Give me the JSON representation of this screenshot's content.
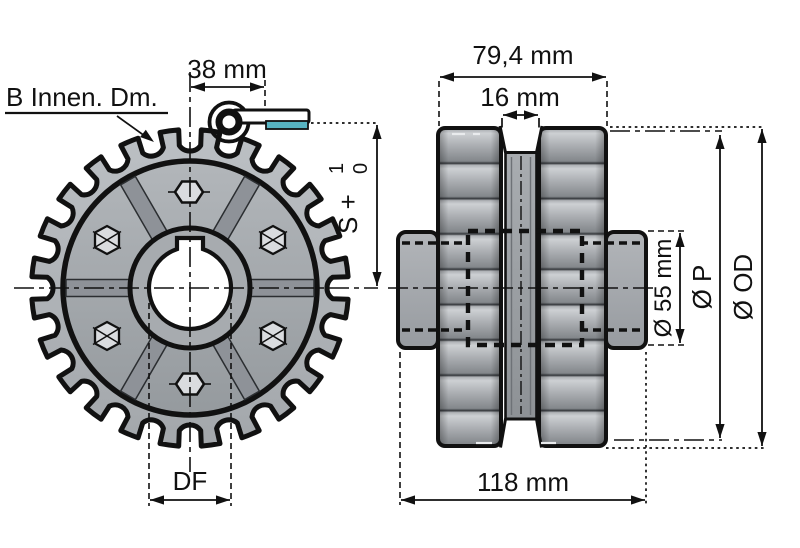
{
  "drawing": {
    "front_view": {
      "callout_inner_diameter": "B Innen. Dm.",
      "dim_link_offset": "38 mm",
      "dim_tooth_gap": "DF",
      "tolerance": {
        "base": "S +",
        "upper": "1",
        "lower": "0"
      }
    },
    "side_view": {
      "dim_tooth_width": "79,4 mm",
      "dim_groove_width": "16 mm",
      "dim_hub_length": "118 mm",
      "dim_hub_diameter": "Ø 55 mm",
      "dim_pitch_diameter": "Ø P",
      "dim_outer_diameter": "Ø OD"
    },
    "colors": {
      "chain_accent": "#57b4c2",
      "body_light": "#b6b9bd",
      "body_dark": "#969a9e",
      "line": "#111111",
      "background": "#ffffff"
    }
  }
}
